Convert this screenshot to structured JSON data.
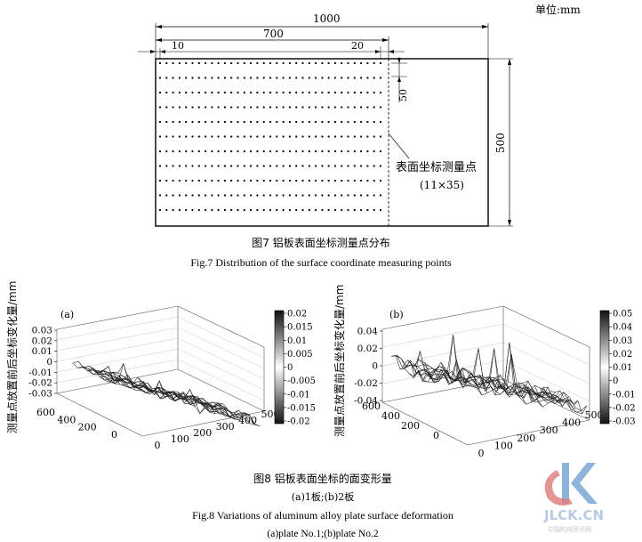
{
  "fig7": {
    "unit_label": "单位:mm",
    "dim_total": "1000",
    "dim_700": "700",
    "dim_10": "10",
    "dim_20": "20",
    "dim_50": "50",
    "dim_500": "500",
    "point_label": "表面坐标测量点",
    "point_count": "(11×35)",
    "grid_rows": 11,
    "grid_cols": 35,
    "caption_cn": "图7  铝板表面坐标测量点分布",
    "caption_en": "Fig.7  Distribution of the surface coordinate measuring points"
  },
  "fig8": {
    "plot_a": {
      "label": "(a)",
      "ylabel": "测量点放置前后坐标变化量/mm",
      "z_ticks": [
        "0.03",
        "0.02",
        "0.01",
        "0",
        "-0.01",
        "-0.02",
        "-0.03"
      ],
      "y_ticks": [
        "600",
        "400",
        "200",
        "0"
      ],
      "x_ticks": [
        "0",
        "100",
        "200",
        "300",
        "400",
        "500"
      ],
      "colorbar_ticks": [
        "0.02",
        "0.015",
        "0.01",
        "0.005",
        "0",
        "-0.005",
        "-0.01",
        "-0.015",
        "-0.02"
      ]
    },
    "plot_b": {
      "label": "(b)",
      "ylabel": "测量点放置前后坐标变化量/mm",
      "z_ticks": [
        "0.04",
        "0.02",
        "0",
        "-0.02",
        "-0.04"
      ],
      "y_ticks": [
        "600",
        "400",
        "200",
        "0"
      ],
      "x_ticks": [
        "0",
        "100",
        "200",
        "300",
        "400",
        "500"
      ],
      "colorbar_ticks": [
        "0.05",
        "0.04",
        "0.03",
        "0.02",
        "0.01",
        "0",
        "-0.01",
        "-0.02",
        "-0.03"
      ]
    },
    "caption_cn": "图8  铝板表面坐标的面变形量",
    "sub_cn": "(a)1板;(b)2板",
    "caption_en": "Fig.8   Variations of aluminum alloy plate surface deformation",
    "sub_en": "(a)plate No.1;(b)plate No.2"
  },
  "watermark": {
    "text": "JLCK.CN",
    "subtext": "中国机械资讯网"
  }
}
